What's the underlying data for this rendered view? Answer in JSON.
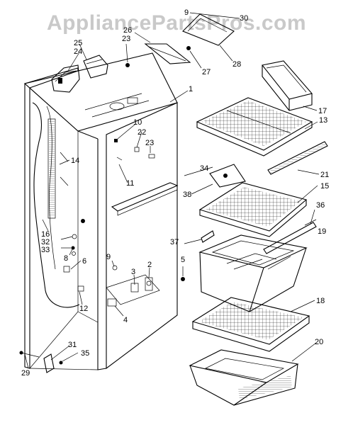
{
  "watermark": {
    "text": "AppliancePartsPros.com"
  },
  "callouts": {
    "p1": "1",
    "p2": "2",
    "p3": "3",
    "p4": "4",
    "p5": "5",
    "p6": "6",
    "p8": "8",
    "p9a": "9",
    "p9b": "9",
    "p10": "10",
    "p11": "11",
    "p12": "12",
    "p13": "13",
    "p14": "14",
    "p15": "15",
    "p16": "16",
    "p17": "17",
    "p18": "18",
    "p19": "19",
    "p20": "20",
    "p21": "21",
    "p22": "22",
    "p23a": "23",
    "p23b": "23",
    "p24": "24",
    "p25": "25",
    "p26": "26",
    "p27": "27",
    "p28": "28",
    "p29": "29",
    "p30": "30",
    "p31": "31",
    "p32": "32",
    "p33": "33",
    "p34": "34",
    "p35": "35",
    "p36": "36",
    "p37": "37",
    "p38": "38"
  }
}
